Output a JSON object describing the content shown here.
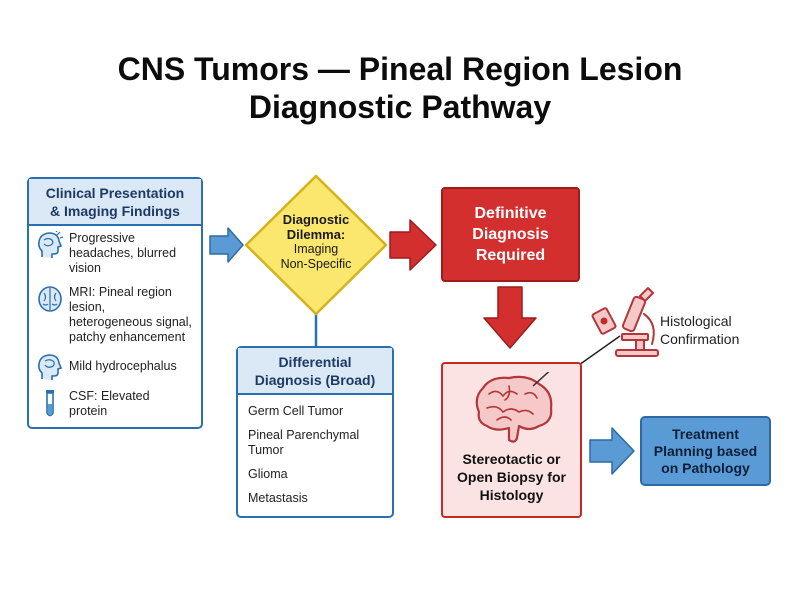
{
  "title": {
    "line1": "CNS Tumors — Pineal Region Lesion",
    "line2": "Diagnostic Pathway"
  },
  "clinical": {
    "header_line1": "Clinical Presentation",
    "header_line2": "& Imaging Findings",
    "items": [
      {
        "icon": "head-pain-icon",
        "lines": [
          "Progressive",
          "headaches, blurred",
          "vision"
        ]
      },
      {
        "icon": "brain-mri-icon",
        "lines": [
          "MRI: Pineal region",
          "lesion,",
          "heterogeneous signal,",
          "patchy enhancement"
        ]
      },
      {
        "icon": "head-profile-icon",
        "lines": [
          "Mild hydrocephalus"
        ]
      },
      {
        "icon": "test-tube-icon",
        "lines": [
          "CSF: Elevated",
          "protein"
        ]
      }
    ]
  },
  "dilemma": {
    "line1": "Diagnostic",
    "line2": "Dilemma:",
    "line3": "Imaging",
    "line4": "Non-Specific"
  },
  "differential": {
    "header_line1": "Differential",
    "header_line2": "Diagnosis (Broad)",
    "items": [
      {
        "lines": [
          "Germ Cell Tumor"
        ]
      },
      {
        "lines": [
          "Pineal Parenchymal",
          "Tumor"
        ]
      },
      {
        "lines": [
          "Glioma"
        ]
      },
      {
        "lines": [
          "Metastasis"
        ]
      }
    ]
  },
  "definitive": {
    "line1": "Definitive",
    "line2": "Diagnosis",
    "line3": "Required"
  },
  "biopsy": {
    "line1": "Stereotactic or",
    "line2": "Open Biopsy for",
    "line3": "Histology"
  },
  "histology": {
    "line1": "Histological",
    "line2": "Confirmation"
  },
  "treatment": {
    "line1": "Treatment",
    "line2": "Planning based",
    "line3": "on Pathology"
  },
  "colors": {
    "blue_border": "#2a6fae",
    "blue_header": "#dbe8f5",
    "red": "#d32f2f",
    "pink": "#fbe3e3",
    "yellow": "#fbe66e",
    "treatment_blue": "#5b9bd5"
  }
}
